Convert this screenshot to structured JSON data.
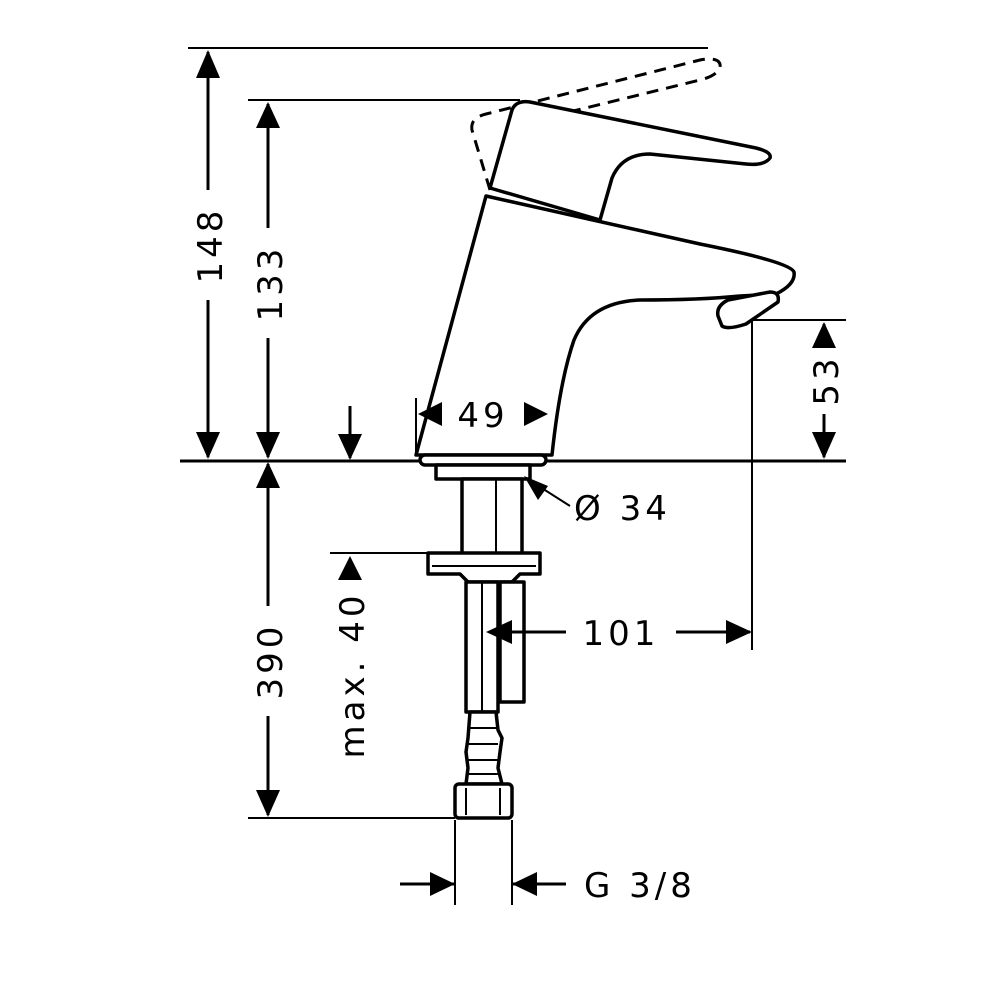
{
  "dimensions": {
    "height_lever_open": "148",
    "height_lever_closed": "133",
    "spout_height": "53",
    "base_width": "49",
    "base_diameter": "Ø 34",
    "projection": "101",
    "max_thickness": "max. 40",
    "hose_length": "390",
    "connection_thread": "G 3/8"
  }
}
